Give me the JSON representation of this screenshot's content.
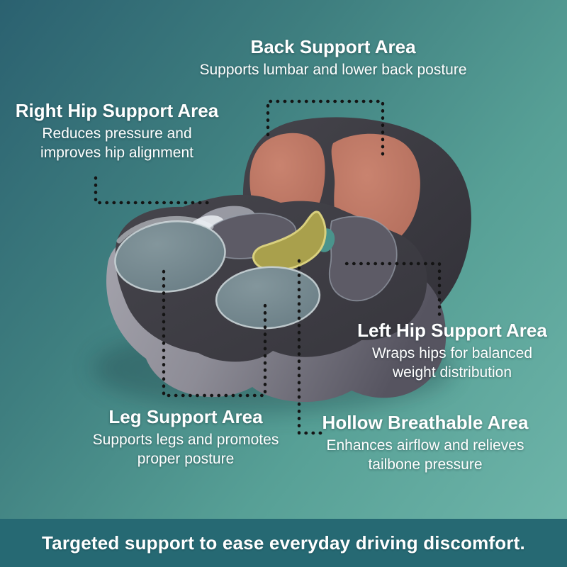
{
  "callouts": {
    "back": {
      "title": "Back Support Area",
      "lines": [
        "Supports lumbar and lower back posture"
      ]
    },
    "right_hip": {
      "title": "Right Hip Support Area",
      "lines": [
        "Reduces pressure and",
        "improves hip alignment"
      ]
    },
    "left_hip": {
      "title": "Left Hip Support Area",
      "lines": [
        "Wraps hips for balanced",
        "weight distribution"
      ]
    },
    "leg": {
      "title": "Leg Support Area",
      "lines": [
        "Supports legs and promotes",
        "proper posture"
      ]
    },
    "hollow": {
      "title": "Hollow Breathable Area",
      "lines": [
        "Enhances airflow and relieves",
        "tailbone pressure"
      ]
    }
  },
  "banner": {
    "text": "Targeted support to ease everyday driving discomfort."
  },
  "colors": {
    "background_top_left": "#2b6170",
    "background_bottom_right": "#70b7ab",
    "banner_background": "#266973",
    "text": "#ffffff",
    "leader_dots": "#141414",
    "back_support_pad": "#bc7261",
    "hollow_breathable_area": "#a9a04c",
    "leg_support_pad": "#75898f",
    "hip_support_pad": "#5d5b66",
    "cushion_fabric": "#3c3b41",
    "cushion_side": "#94939c"
  },
  "cushion_areas": [
    {
      "name": "back-support-pad-left",
      "color": "#bc7261"
    },
    {
      "name": "back-support-pad-right",
      "color": "#bc7261"
    },
    {
      "name": "hip-pad-left",
      "color": "#5d5b66"
    },
    {
      "name": "hip-pad-right",
      "color": "#5d5b66"
    },
    {
      "name": "hollow-breathable-area-shape",
      "color": "#a9a04c"
    },
    {
      "name": "leg-pad-front-left",
      "color": "#75898f"
    },
    {
      "name": "leg-pad-center",
      "color": "#75898f"
    }
  ]
}
